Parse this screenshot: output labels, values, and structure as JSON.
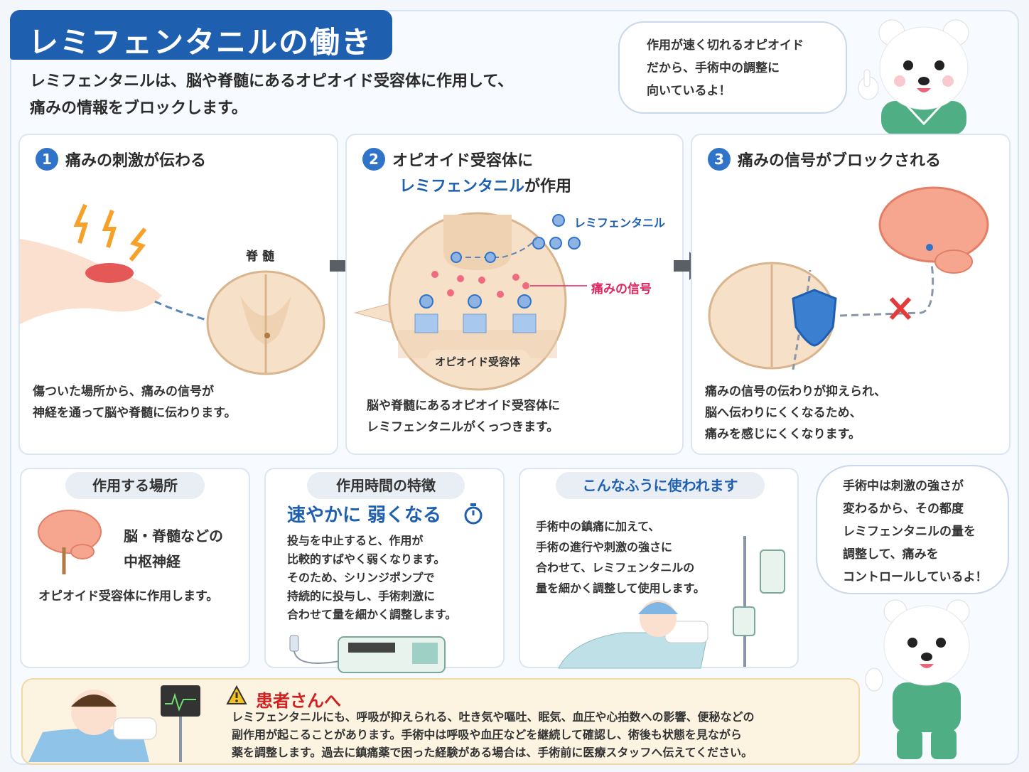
{
  "title": "レミフェンタニルの働き",
  "intro": {
    "line1": "レミフェンタニルは、脳や脊髄にあるオピオイド受容体に作用して、",
    "line2": "痛みの情報をブロックします。"
  },
  "bubble_top": {
    "line1": "作用が速く切れるオピオイド",
    "line2": "だから、手術中の調整に",
    "line3": "向いているよ！"
  },
  "steps": [
    {
      "number": "1",
      "title": "痛みの刺激が伝わる",
      "label": "脊 髄",
      "desc1": "傷ついた場所から、痛みの信号が",
      "desc2": "神経を通って脳や脊髄に伝わります。"
    },
    {
      "number": "2",
      "title1": "オピオイド受容体に",
      "title2_blue": "レミフェンタニル",
      "title2_rest": "が作用",
      "legend_remi": "レミフェンタニル",
      "legend_pain": "痛みの信号",
      "receptor_label": "オピオイド受容体",
      "desc1": "脳や脊髄にあるオピオイド受容体に",
      "desc2": "レミフェンタニルがくっつきます。"
    },
    {
      "number": "3",
      "title": "痛みの信号がブロックされる",
      "desc1": "痛みの信号の伝わりが抑えられ、",
      "desc2": "脳へ伝わりにくくなるため、",
      "desc3": "痛みを感じにくくなります。"
    }
  ],
  "place": {
    "heading": "作用する場所",
    "target1": "脳・脊髄などの",
    "target2": "中枢神経",
    "desc": "オピオイド受容体に作用します。"
  },
  "duration": {
    "heading": "作用時間の特徴",
    "highlight": "速やかに 弱くなる",
    "line1": "投与を中止すると、作用が",
    "line2": "比較的すばやく弱くなります。",
    "line3": "そのため、シリンジポンプで",
    "line4": "持続的に投与し、手術刺激に",
    "line5": "合わせて量を細かく調整します。"
  },
  "usage": {
    "heading": "こんなふうに使われます",
    "line1": "手術中の鎮痛に加えて、",
    "line2": "手術の進行や刺激の強さに",
    "line3": "合わせて、レミフェンタニルの",
    "line4": "量を細かく調整して使用します。"
  },
  "bubble_right": {
    "line1": "手術中は刺激の強さが",
    "line2": "変わるから、その都度",
    "line3": "レミフェンタニルの量を",
    "line4": "調整して、痛みを",
    "line5": "コントロールしているよ！"
  },
  "warning": {
    "icon": "warning-triangle-icon",
    "title": "患者さんへ",
    "line1": "レミフェンタニルにも、呼吸が抑えられる、吐き気や嘔吐、眠気、血圧や心拍数への影響、便秘などの",
    "line2": "副作用が起こることがあります。手術中は呼吸や血圧などを継続して確認し、術後も状態を見ながら",
    "line3": "薬を調整します。過去に鎮痛薬で困った経験がある場合は、手術前に医療スタッフへ伝えてください。"
  },
  "colors": {
    "primary_blue": "#1f5fb0",
    "step_circle": "#2f74c9",
    "pain_pink": "#e0245e",
    "warning_red": "#d02020",
    "warning_bg": "#fdf3e1"
  }
}
